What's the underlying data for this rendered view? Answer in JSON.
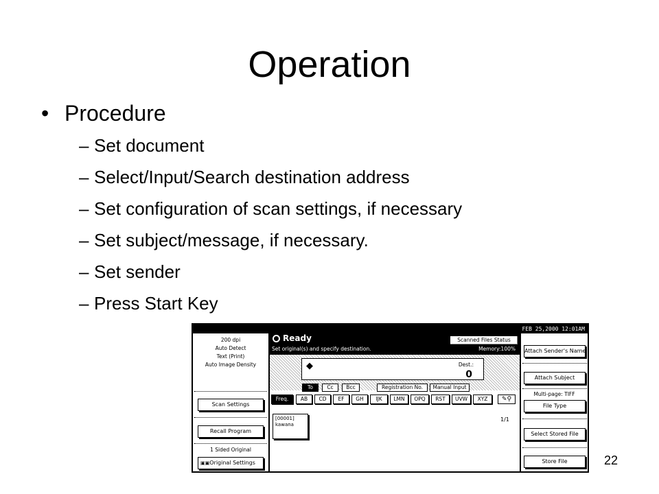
{
  "slide": {
    "title": "Operation",
    "bullet": "Procedure",
    "steps": [
      "Set document",
      "Select/Input/Search destination address",
      "Set configuration of scan settings, if necessary",
      "Set subject/message, if necessary.",
      "Set sender",
      "Press Start Key"
    ],
    "page_number": "22"
  },
  "device": {
    "datetime": "FEB  25,2000 12:01AM",
    "left": {
      "info": [
        "200 dpi",
        "Auto Detect",
        "Text (Print)",
        "Auto Image Density"
      ],
      "scan_settings": "Scan Settings",
      "recall_program": "Recall Program",
      "sided_label": "1 Sided Original",
      "original_settings": "Original Settings"
    },
    "status": {
      "ready": "Ready",
      "instruction": "Set original(s) and specify destination.",
      "memory": "Memory:100%",
      "scanned_files_status": "Scanned Files Status"
    },
    "dest": {
      "label": "Dest.:",
      "count": "0"
    },
    "tabs": [
      "To",
      "Cc",
      "Bcc",
      "Registration No.",
      "Manual Input"
    ],
    "keys": [
      "Freq.",
      "AB",
      "CD",
      "EF",
      "GH",
      "IJK",
      "LMN",
      "OPQ",
      "RST",
      "UVW",
      "XYZ"
    ],
    "entry": {
      "code": "[00001]",
      "name": "kawana"
    },
    "page_indicator": "1/1",
    "right": {
      "attach_sender_name": "Attach Sender's Name",
      "attach_subject": "Attach Subject",
      "multipage_label": "Multi-page: TIFF",
      "file_type": "File Type",
      "select_stored_file": "Select Stored File",
      "store_file": "Store File"
    },
    "colors": {
      "screen_fg": "#000000",
      "screen_bg": "#ffffff"
    }
  }
}
